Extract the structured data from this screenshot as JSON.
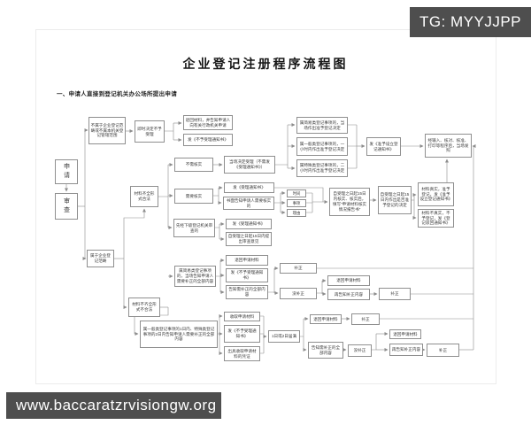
{
  "overlays": {
    "telegram_tag": "TG: MYYJJPP",
    "site_url": "www.baccaratzrvisiongw.org"
  },
  "page": {
    "title": "企业登记注册程序流程图",
    "section_label": "一、申请人直接到登记机关办公场所提出申请"
  },
  "colors": {
    "overlay_bg": "#4e4e4e",
    "box_border": "#8f8f8f",
    "connector": "#8c8c8c",
    "text": "#3a3a3a"
  },
  "nodes": {
    "apply": "申请",
    "review": "审查",
    "not_in_scope": "不属于企业登记范畴或不属本机关登记管辖范围",
    "reject_immediately": "即时决定不予受理",
    "return_and_inform": "退回材料，并告知申请人向有关行政机关申请",
    "notice_not_accept_1": "发《不予受理通知书》",
    "materials_complete": "材料齐全形式合法",
    "no_verify": "不需核实",
    "accept_on_spot": "当场决定受理（不需发《受理通知书》）",
    "simple_decide": "属简易类登记事项的，当场作出准予登记决定",
    "general_decide": "属一般类登记事项的，一小时内作出准予登记决定",
    "special_decide": "属特殊类登记事项的，二小时内作出准予登记决定",
    "notice_approve": "发《准予设立登记通知书》",
    "issue_license": "经输入、核对、核准、打印等程序后，当场发照",
    "need_verify": "需要核实",
    "notice_accept_1": "发《受理通知书》",
    "inform_verify": "书面告知申请人需要核实的",
    "time": "时间",
    "matter": "事项",
    "reason": "理由",
    "verify_15": "自受理之日起15日内核实、核实后，填写“申请材料核实情况报告书”",
    "decide_15": "自受理之日起15日内作出是否准予登记的决定",
    "true_approve": "材料真实，准予登记，发《准予设立登记通知书》",
    "false_reject": "材料不真实，不予登记，发《登记驳回通知书》",
    "lower_review": "先经下级登记机关审查的",
    "notice_accept_2": "发《受理通知书》",
    "opinion_15": "自受理之日起15日内提出审查意见",
    "in_scope": "属于企业登记范畴",
    "materials_incomplete": "材料不齐全形式不合法",
    "simple_inform": "属简易类登记事项的，当场告知申请人需要补正的全部内容",
    "return_1": "退回申请材料",
    "notice_not_accept_2": "发《不予受理通知书》",
    "inform_fix_1": "告知需补正的全部内容",
    "fix_1": "补正",
    "no_fix_1": "没补正",
    "return_2": "退回申请材料",
    "inform_again_1": "再告知补正内容",
    "fix_2": "补正",
    "general_inform": "属一般类登记事项的1日内、特殊类登记事项的2日内告知申请人需要补正的全部内容",
    "collect": "收取申请材料",
    "notice_not_accept_3": "发《不予受理通知书》",
    "receipt": "出具收取申请材料的凭证",
    "expire": "1日或2日届满",
    "return_3": "退回申请材料",
    "fix_3": "补正",
    "inform_fix_2": "告知需补正的全部内容",
    "no_fix_2": "没补正",
    "return_4": "退回申请材料",
    "inform_again_2": "再告知补正内容",
    "fix_4": "补正"
  }
}
